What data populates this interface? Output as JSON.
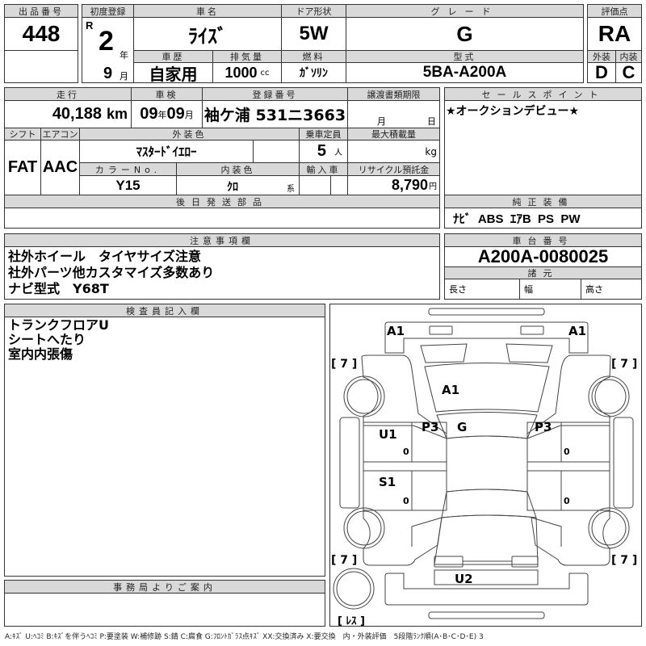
{
  "lot": {
    "label": "出品番号",
    "value": "448"
  },
  "first_reg": {
    "label": "初度登録",
    "era": "R",
    "year": "2",
    "year_unit": "年",
    "month": "9",
    "month_unit": "月"
  },
  "car_name": {
    "label": "車名",
    "value": "ﾗｲｽﾞ"
  },
  "door": {
    "label": "ドア形状",
    "value": "5W"
  },
  "grade": {
    "label": "グレード",
    "value": "G"
  },
  "score": {
    "label": "評価点",
    "value": "RA",
    "ext_label": "外装",
    "int_label": "内装",
    "ext": "D",
    "int": "C"
  },
  "history": {
    "label": "車歴",
    "value": "自家用"
  },
  "displacement": {
    "label": "排気量",
    "value": "1000",
    "unit": "cc"
  },
  "fuel": {
    "label": "燃料",
    "value": "ｶﾞｿﾘﾝ"
  },
  "model": {
    "label": "型式",
    "value": "5BA-A200A"
  },
  "mileage": {
    "label": "走行",
    "value": "40,188",
    "unit": "km"
  },
  "inspection": {
    "label": "車検",
    "year": "09",
    "year_unit": "年",
    "month": "09",
    "month_unit": "月"
  },
  "plate": {
    "label": "登録番号",
    "value": "袖ケ浦 531ニ3663"
  },
  "transfer": {
    "label": "譲渡書類期限",
    "month_unit": "月",
    "day_unit": "日"
  },
  "shift": {
    "label": "シフト",
    "value": "FAT"
  },
  "aircon": {
    "label": "エアコン",
    "value": "AAC"
  },
  "ext_color": {
    "label": "外装色",
    "value": "ﾏｽﾀｰﾄﾞｲｴﾛｰ"
  },
  "capacity": {
    "label": "乗車定員",
    "value": "5",
    "unit": "人"
  },
  "load": {
    "label": "最大積載量",
    "unit": "kg"
  },
  "color_no": {
    "label": "カラーNo.",
    "value": "Y15"
  },
  "int_color": {
    "label": "内装色",
    "value": "ｸﾛ",
    "unit": "系"
  },
  "import": {
    "label": "輸入車"
  },
  "recycle": {
    "label": "リサイクル預託金",
    "value": "8,790",
    "unit": "円"
  },
  "later_parts": {
    "label": "後日発送部品"
  },
  "sales_point": {
    "label": "セールスポイント",
    "value": "★オークションデビュー★"
  },
  "equipment": {
    "label": "純正装備",
    "value": "ﾅﾋﾞ  ABS  ｴｱB  PS  PW"
  },
  "notes": {
    "label": "注意事項欄",
    "lines": [
      "社外ホイール　タイヤサイズ注意",
      "社外パーツ他カスタマイズ多数あり",
      "ナビ型式　Y68T"
    ]
  },
  "chassis": {
    "label": "車台番号",
    "value": "A200A-0080025",
    "spec_label": "諸元",
    "length": "長さ",
    "width": "幅",
    "height": "高さ"
  },
  "inspector": {
    "label": "検査員記入欄",
    "lines": [
      "トランクフロアU",
      "シートへたり",
      "室内内張傷"
    ]
  },
  "office": {
    "label": "事務局よりご案内"
  },
  "diagram": {
    "marks": [
      "A1",
      "A1",
      "A1",
      "G",
      "P3",
      "P3",
      "U1",
      "S1",
      "U2"
    ],
    "tires": [
      "[ 7 ]",
      "[ 7 ]",
      "[ 7 ]",
      "[ 7 ]"
    ],
    "spare": "[ ﾚｽ ]",
    "zero": "0"
  },
  "legend": "A:ｷｽﾞ U:ﾍｺﾐ B:ｷｽﾞを伴うﾍｺﾐ P:要塗装 W:補修跡 S:錆 C:腐食 G:ﾌﾛﾝﾄｶﾞﾗｽ点ｷｽﾞ XX:交換済み X:要交換　内・外装評価　5段階ﾗﾝｸ順(A･B･C･D･E) 3"
}
